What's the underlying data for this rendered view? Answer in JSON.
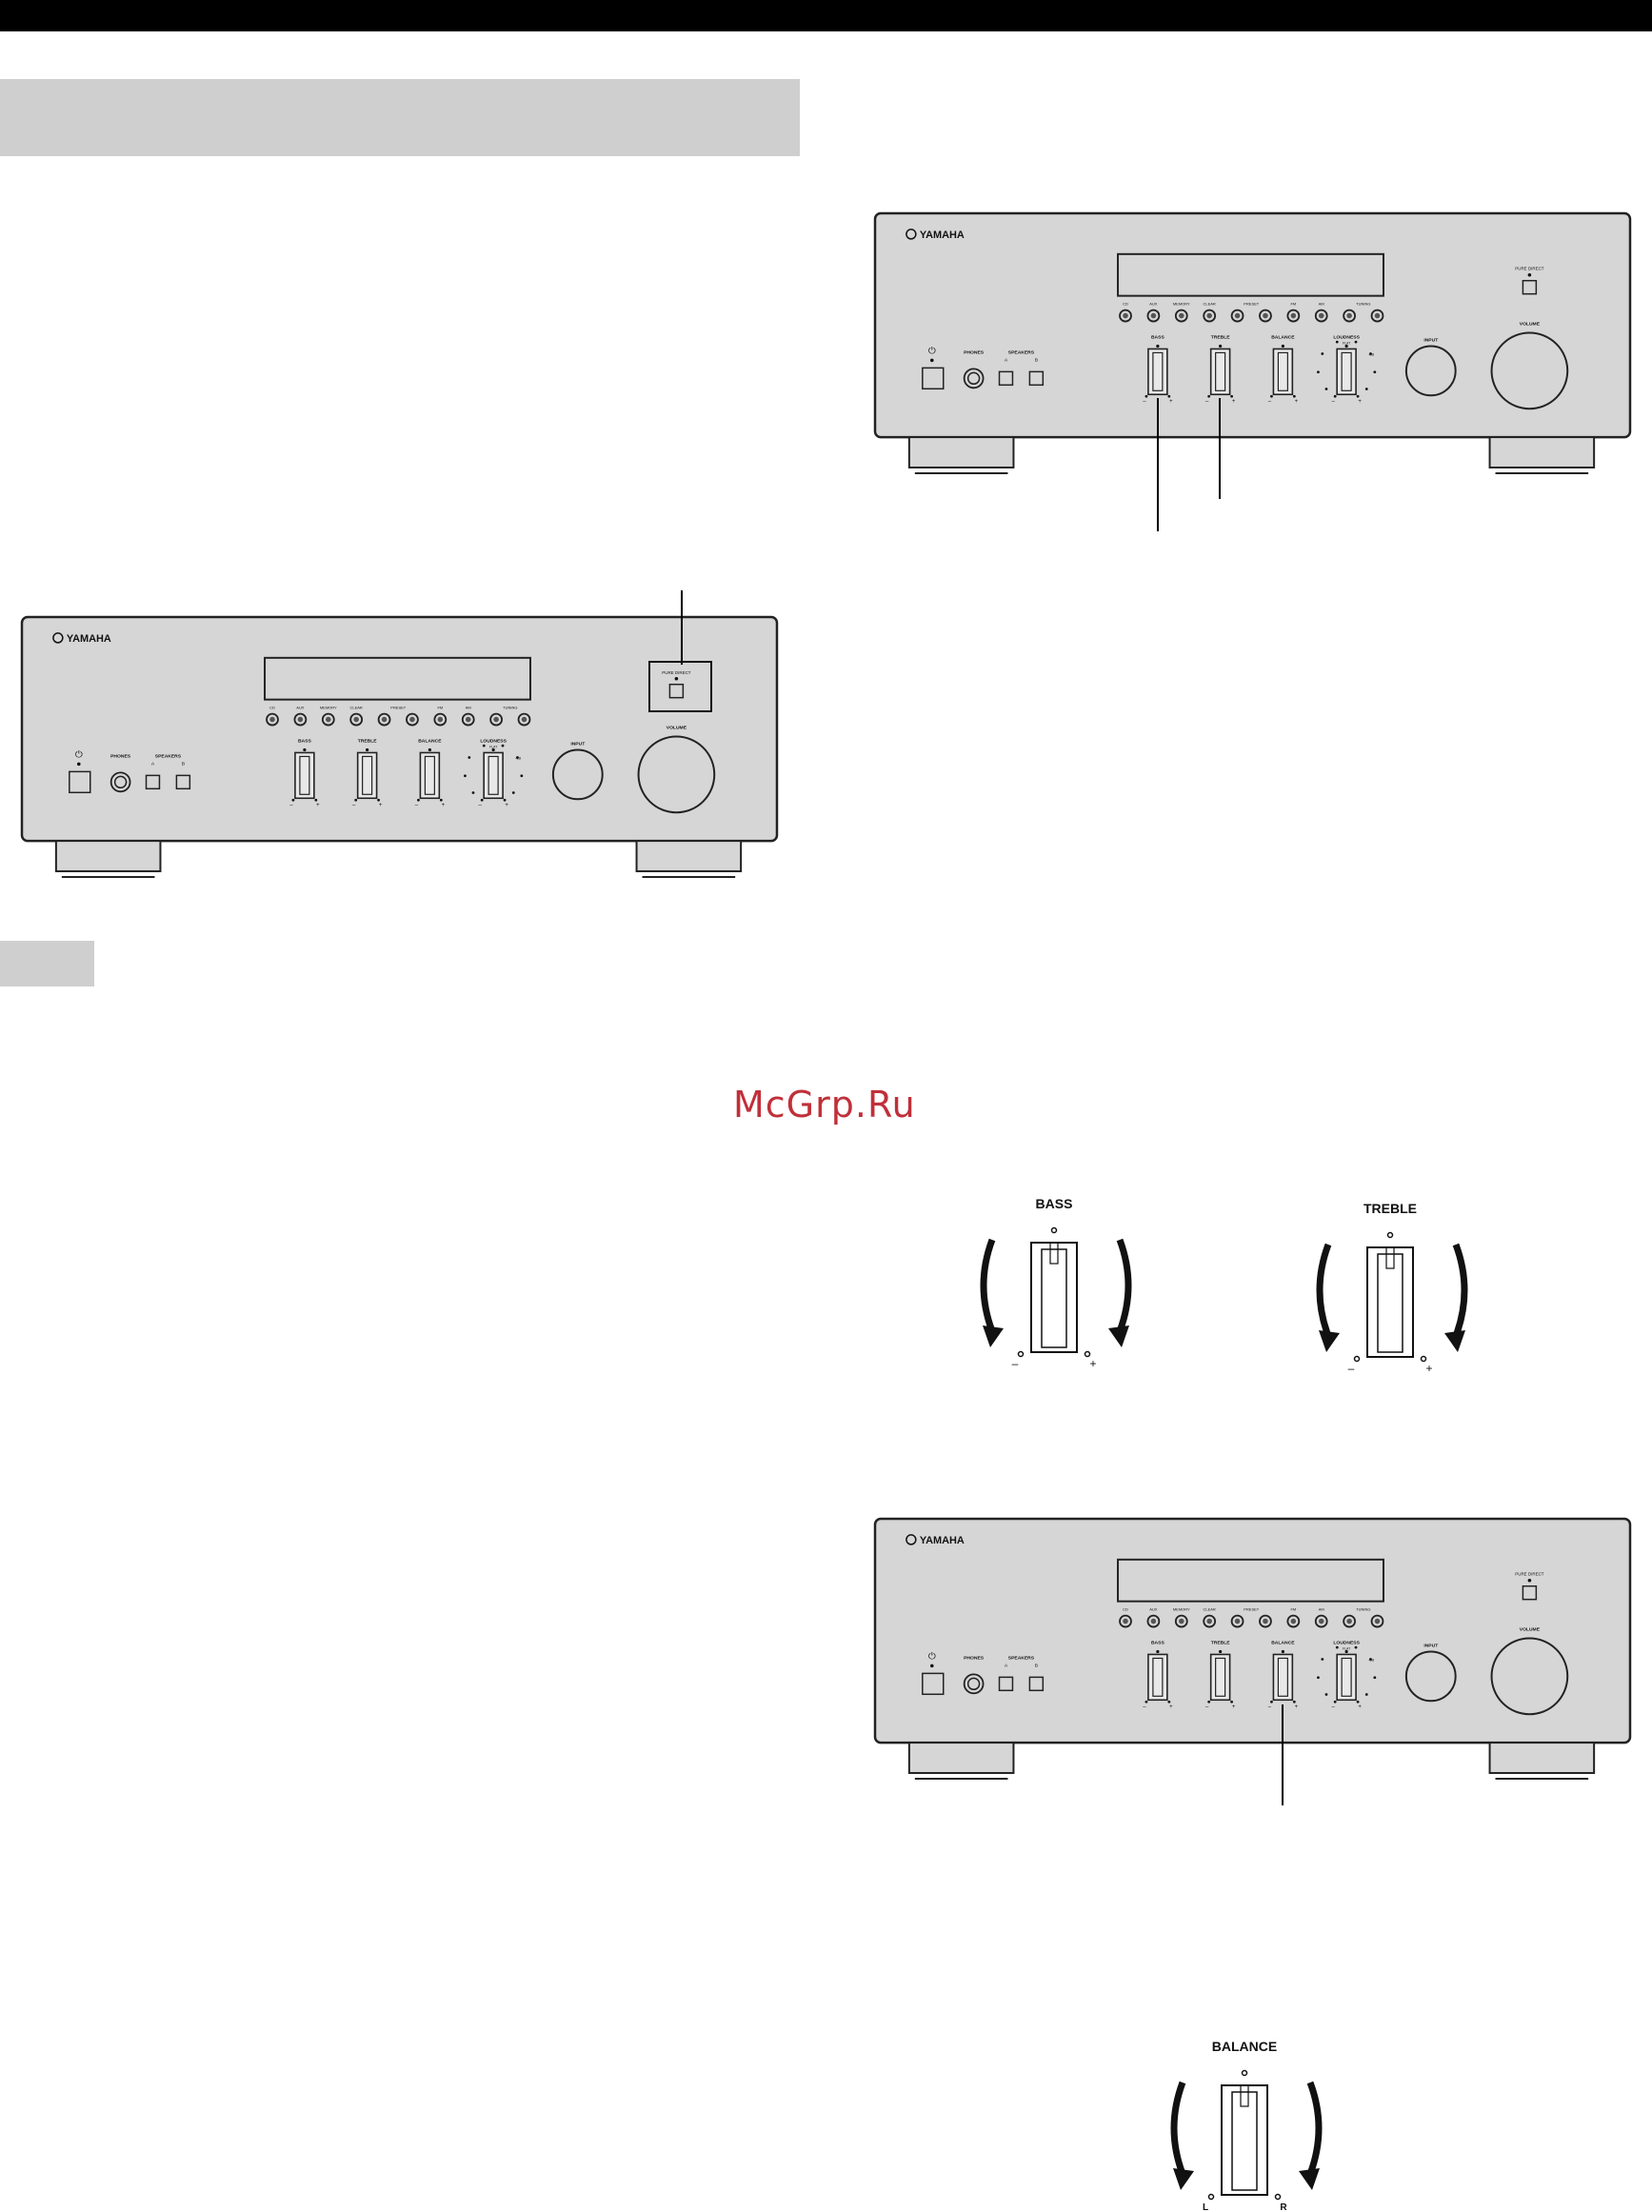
{
  "panel": {
    "brand": "YAMAHA",
    "source_buttons": [
      "CD",
      "AUX",
      "MEMORY",
      "CLEAR",
      "PRESET",
      "FM",
      "AM",
      "TUNING"
    ],
    "pure_direct": "PURE DIRECT",
    "phones": "PHONES",
    "speakers": "SPEAKERS",
    "speaker_a": "A",
    "speaker_b": "B",
    "bass": "BASS",
    "treble": "TREBLE",
    "balance": "BALANCE",
    "loudness": "LOUDNESS",
    "flat": "FLAT",
    "db": "-dB",
    "input": "INPUT",
    "volume": "VOLUME"
  },
  "watermark": "McGrp.Ru",
  "tone_controls": {
    "bass_label": "BASS",
    "treble_label": "TREBLE",
    "balance_label": "BALANCE",
    "minus": "–",
    "plus": "+",
    "left": "L",
    "right": "R"
  },
  "colors": {
    "panel_fill": "#d6d6d6",
    "outline": "#222222",
    "watermark": "#c0303a"
  }
}
